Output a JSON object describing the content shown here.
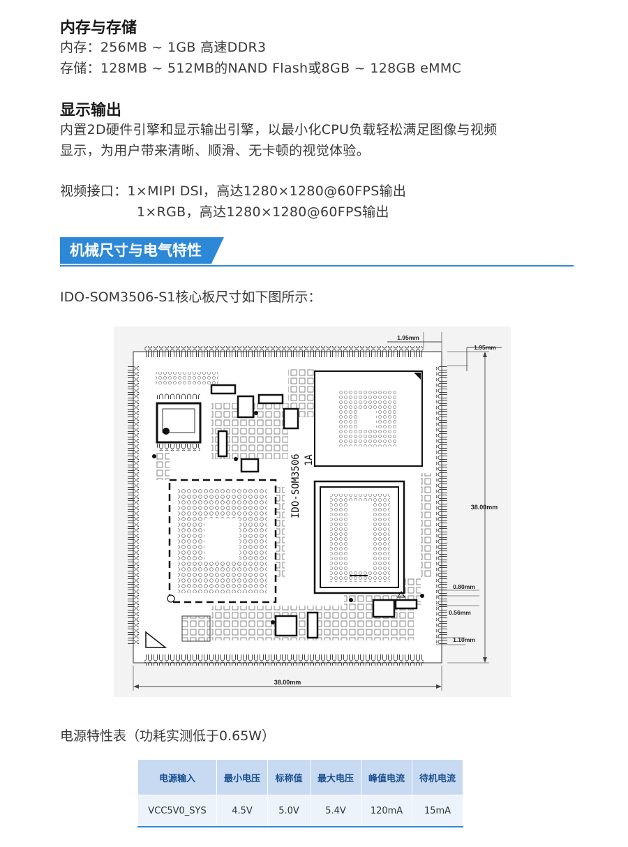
{
  "memory": {
    "title": "内存与存储",
    "ram": "内存：256MB ~ 1GB 高速DDR3",
    "storage": "存储：128MB ~ 512MB的NAND Flash或8GB ~ 128GB eMMC"
  },
  "display": {
    "title": "显示输出",
    "desc_line1": "内置2D硬件引擎和显示输出引擎，以最小化CPU负载轻松满足图像与视频",
    "desc_line2": "显示，为用户带来清晰、顺滑、无卡顿的视觉体验。",
    "video_line1": "视频接口：1×MIPI DSI，高达1280×1280@60FPS输出",
    "video_line2": "1×RGB，高达1280×1280@60FPS输出"
  },
  "mechanical": {
    "banner": "机械尺寸与电气特性",
    "caption": "IDO-SOM3506-S1核心板尺寸如下图所示：",
    "board_text": "IDO-SOM3506",
    "board_rev": "1A",
    "dims": {
      "top_pad": "1.95mm",
      "right_pad": "1.95mm",
      "height": "38.00mm",
      "width": "38.00mm",
      "pitch1": "0.80mm",
      "pitch2": "0.56mm",
      "pitch3": "1.10mm"
    }
  },
  "power": {
    "caption": "电源特性表（功耗实测低于0.65W）",
    "headers": [
      "电源输入",
      "最小电压",
      "标称值",
      "最大电压",
      "峰值电流",
      "待机电流"
    ],
    "row": [
      "VCC5V0_SYS",
      "4.5V",
      "5.0V",
      "5.4V",
      "120mA",
      "15mA"
    ]
  }
}
